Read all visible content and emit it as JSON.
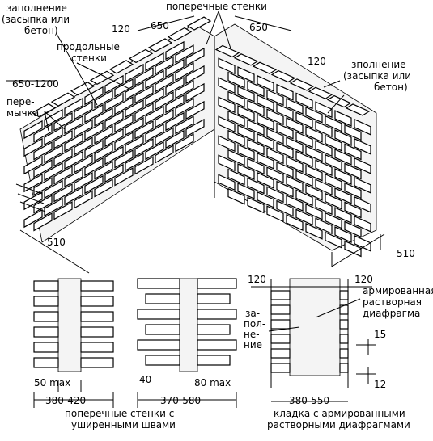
{
  "labels": {
    "top_cross_walls": "поперечные стенки",
    "fill_left_1": "заполнение",
    "fill_left_2": "(засыпка или",
    "fill_left_3": "бетон)",
    "dim_650_left": "650",
    "dim_650_right": "650",
    "dim_120_top": "120",
    "long_walls_1": "продольные",
    "long_walls_2": "стенки",
    "dim_120_right": "120",
    "fill_right_1": "зполнение",
    "fill_right_2": "(засыпка или",
    "fill_right_3": "бетон)",
    "dim_650_1200": "650-1200",
    "jumper_1": "пере-",
    "jumper_2": "мычка",
    "dim_510_left": "510",
    "dim_510_right": "510",
    "d120_a": "120",
    "d120_b": "120",
    "reinf_1": "армированная",
    "reinf_2": "растворная",
    "reinf_3": "диафрагма",
    "za_1": "за-",
    "za_2": "пол-",
    "za_3": "не-",
    "za_4": "ние",
    "d15": "15",
    "d12": "12",
    "d50max": "50 max",
    "d380_420": "380-420",
    "d40": "40",
    "d80max": "80 max",
    "d370_580": "370-580",
    "d380_550": "380-550",
    "cap_left_1": "поперечные стенки с",
    "cap_left_2": "уширенными швами",
    "cap_right_1": "кладка с армированными",
    "cap_right_2": "растворными диафрагмами"
  }
}
